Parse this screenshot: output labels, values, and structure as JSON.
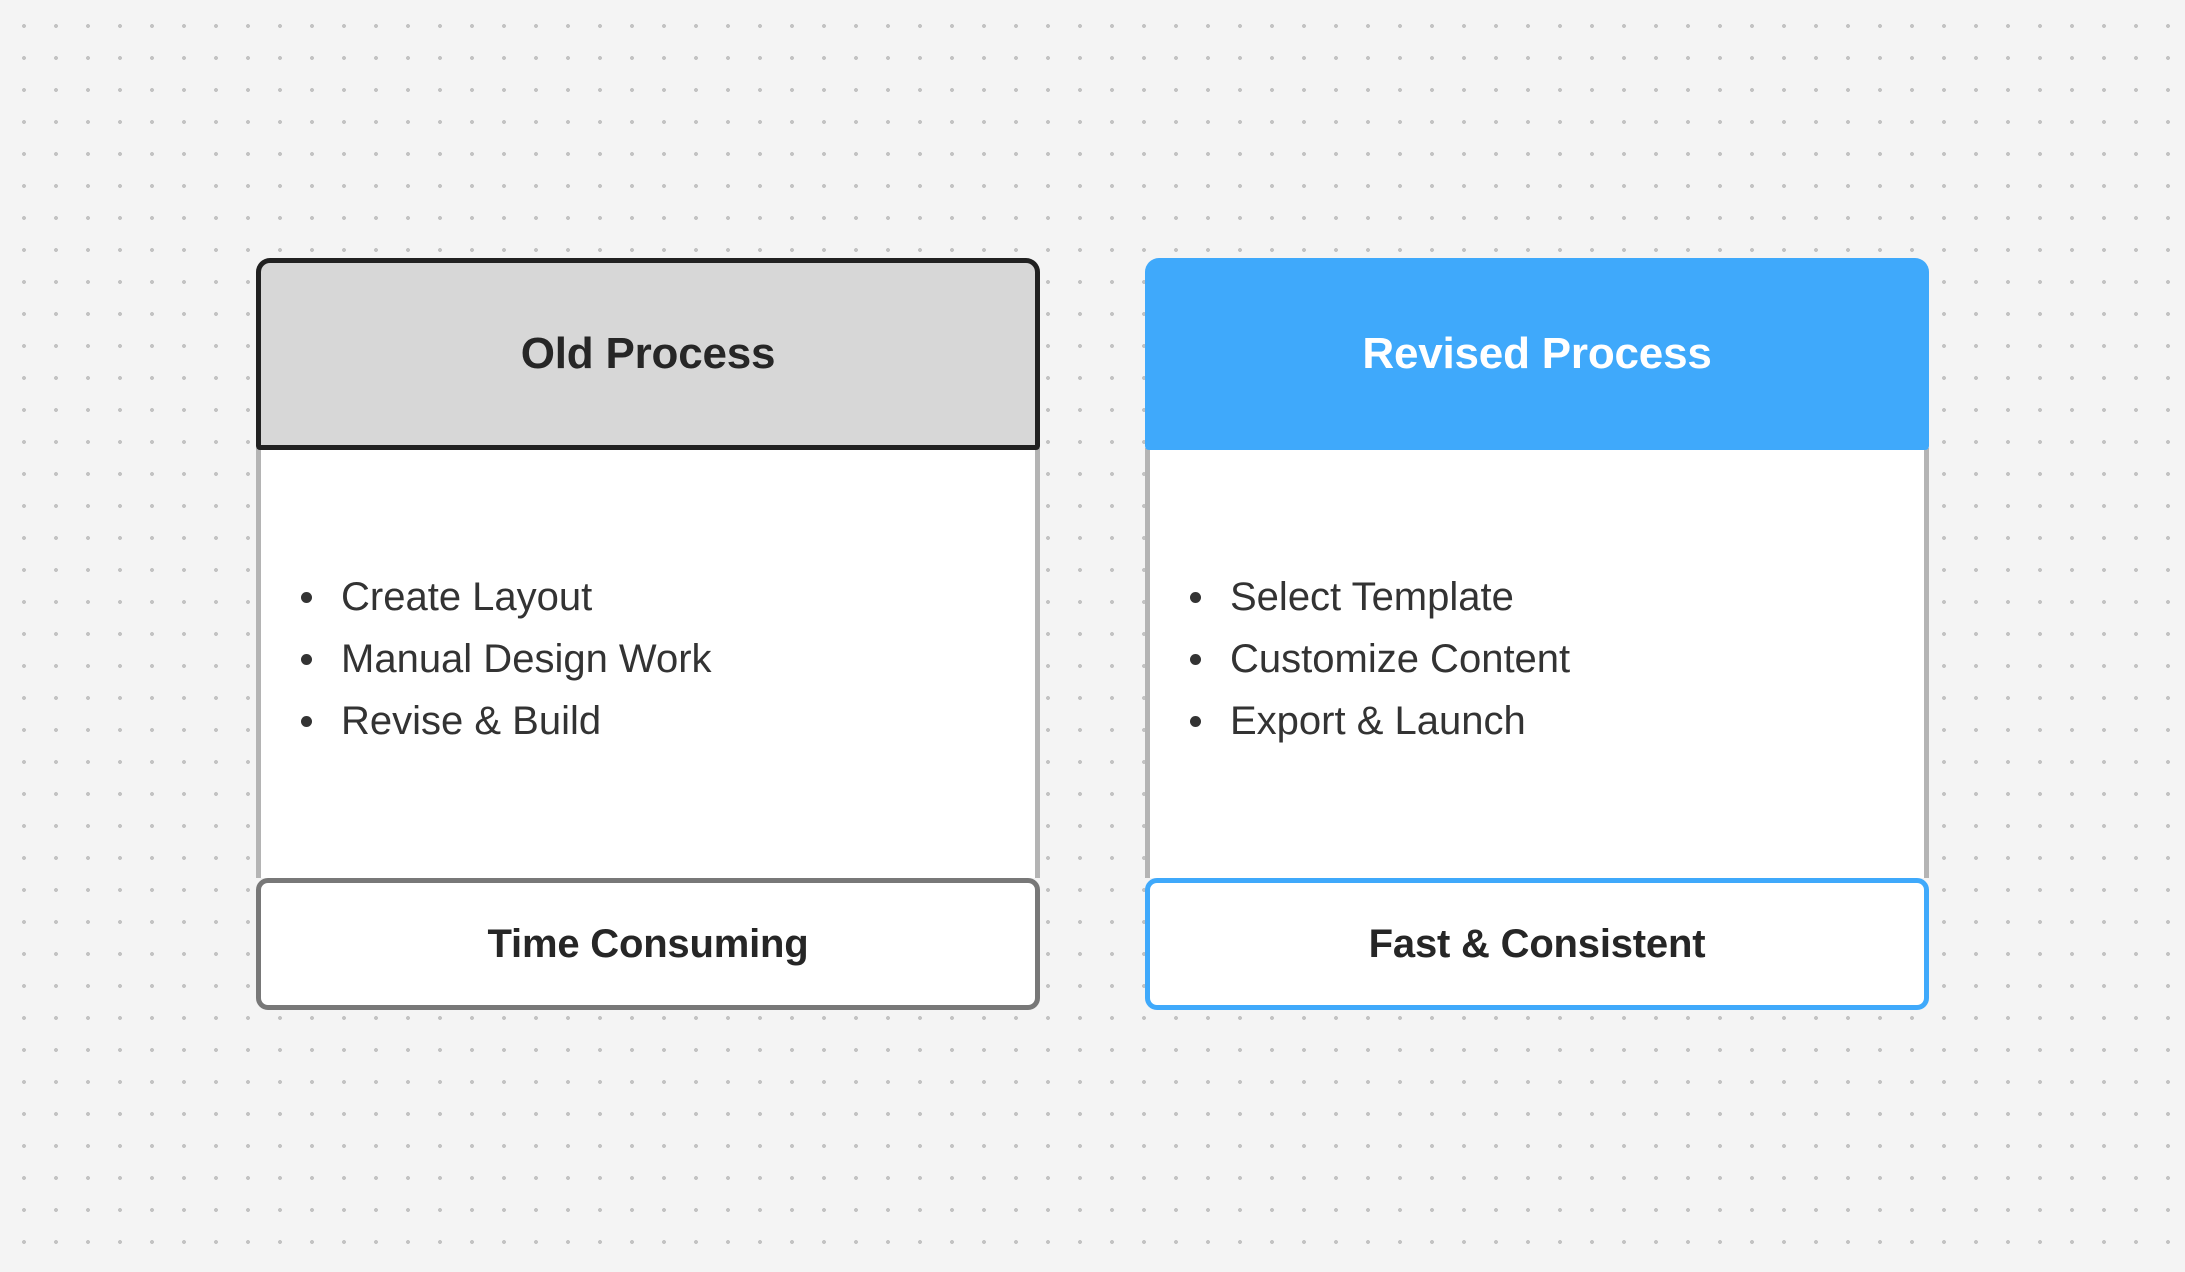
{
  "canvas": {
    "background_color": "#f4f4f4",
    "dot_color": "#c3c3c3"
  },
  "columns": [
    {
      "id": "old-process",
      "header": {
        "title": "Old Process",
        "background_color": "#d7d7d7",
        "border_color": "#212121",
        "text_color": "#262626"
      },
      "body": {
        "background_color": "#ffffff",
        "border_color": "#b4b4b4",
        "bullets": [
          "Create Layout",
          "Manual Design Work",
          "Revise & Build"
        ]
      },
      "footer": {
        "label": "Time Consuming",
        "border_color": "#787878",
        "background_color": "#ffffff",
        "text_color": "#262626"
      }
    },
    {
      "id": "revised-process",
      "header": {
        "title": "Revised Process",
        "background_color": "#3fa9fb",
        "border_color": "#3fa9fb",
        "text_color": "#ffffff"
      },
      "body": {
        "background_color": "#ffffff",
        "border_color": "#b4b4b4",
        "bullets": [
          "Select Template",
          "Customize Content",
          "Export & Launch"
        ]
      },
      "footer": {
        "label": "Fast & Consistent",
        "border_color": "#3fa9fb",
        "background_color": "#ffffff",
        "text_color": "#262626"
      }
    }
  ]
}
